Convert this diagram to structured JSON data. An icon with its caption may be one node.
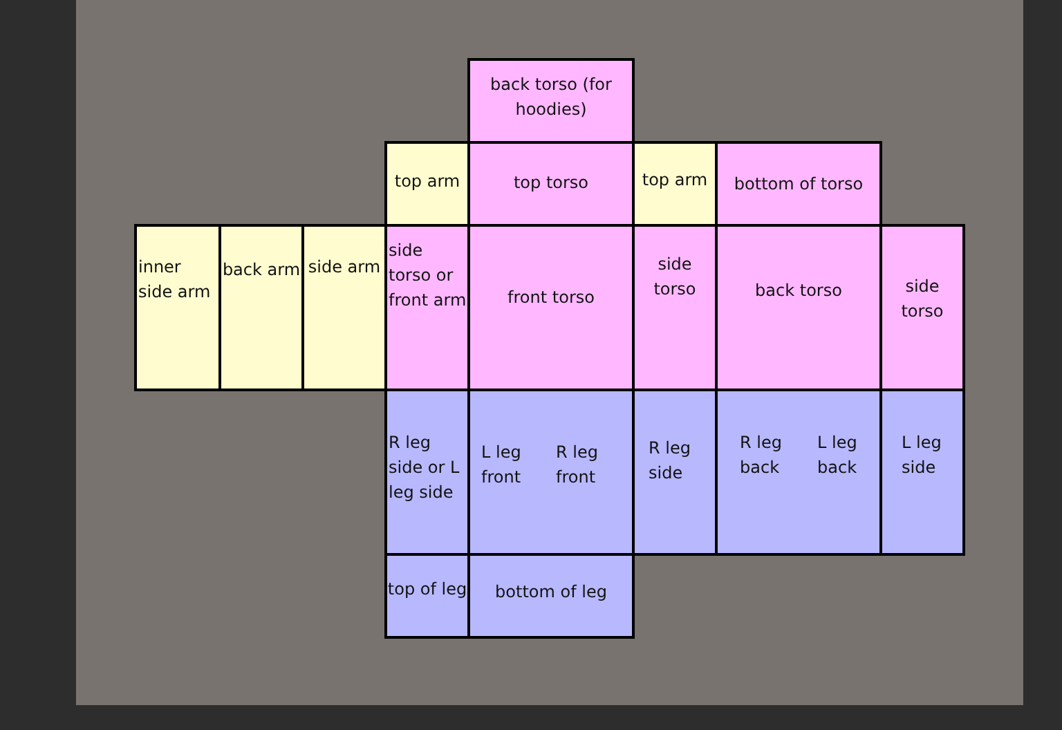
{
  "diagram": {
    "nodes": [
      {
        "text": [
          "back torso (for hoodies)"
        ]
      },
      {
        "text": [
          "top arm"
        ]
      },
      {
        "text": [
          "top torso"
        ]
      },
      {
        "text": [
          "top arm"
        ]
      },
      {
        "text": [
          "bottom of torso"
        ]
      },
      {
        "text": [
          "inner side arm"
        ]
      },
      {
        "text": [
          "back arm"
        ]
      },
      {
        "text": [
          "side arm"
        ]
      },
      {
        "text": [
          "side torso or front arm"
        ]
      },
      {
        "text": [
          "front torso"
        ]
      },
      {
        "text": [
          "side torso"
        ]
      },
      {
        "text": [
          "back torso"
        ]
      },
      {
        "text": [
          "side torso"
        ]
      },
      {
        "text": [
          "R leg side or L leg side"
        ]
      },
      {
        "text": [
          "L leg front",
          "R leg front"
        ]
      },
      {
        "text": [
          "R leg side"
        ]
      },
      {
        "text": [
          "R leg back",
          "L leg back"
        ]
      },
      {
        "text": [
          "L leg side"
        ]
      },
      {
        "text": [
          "top of leg"
        ]
      },
      {
        "text": [
          "bottom of leg"
        ]
      }
    ]
  }
}
